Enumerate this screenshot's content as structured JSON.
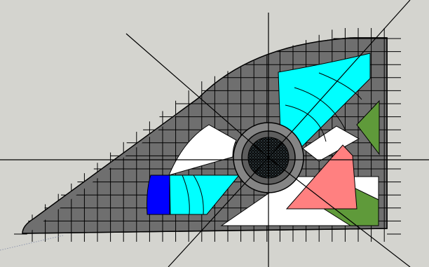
{
  "viewport": {
    "background": "#d4d4cf",
    "icon": "cad-modeling-viewport"
  },
  "colors": {
    "panel_fill": "#6f6f6f",
    "panel_outline": "#000000",
    "grid_line": "#000000",
    "white_face": "#ffffff",
    "cyan_face": "#00ffff",
    "blue_face": "#0000ff",
    "salmon_face": "#ff8080",
    "green_face": "#5f9a3a",
    "hub_outer": "#858585",
    "hub_mid": "#5e5e5e",
    "hub_core": "#0a0a0a",
    "dotted_axis": "#8f96ad"
  },
  "shapes": [
    {
      "name": "panel",
      "color_key": "panel_fill"
    },
    {
      "name": "white-sector-left",
      "color_key": "white_face"
    },
    {
      "name": "white-triangle-bottom",
      "color_key": "white_face"
    },
    {
      "name": "cyan-arm-upper",
      "color_key": "cyan_face"
    },
    {
      "name": "cyan-arm-lower",
      "color_key": "cyan_face"
    },
    {
      "name": "blue-cap",
      "color_key": "blue_face"
    },
    {
      "name": "salmon-block",
      "color_key": "salmon_face"
    },
    {
      "name": "green-wedge",
      "color_key": "green_face"
    },
    {
      "name": "central-hub",
      "color_key": "hub_outer"
    }
  ]
}
